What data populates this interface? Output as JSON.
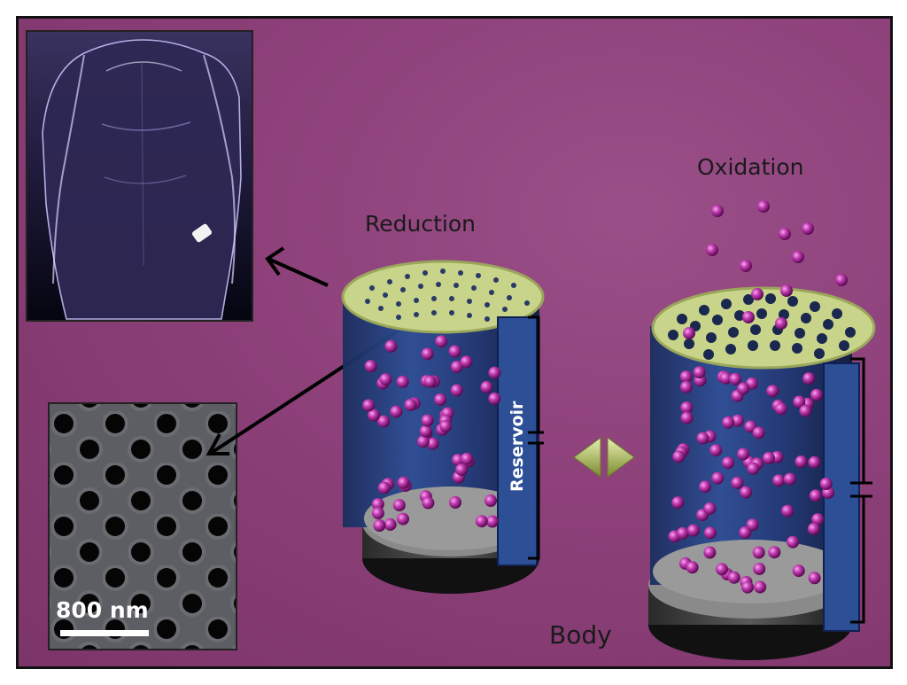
{
  "labels": {
    "reduction": "Reduction",
    "oxidation": "Oxidation",
    "reservoir": "Reservoir",
    "body": "Body",
    "scale_bar": "800 nm"
  },
  "colors": {
    "background": "#8e437c",
    "lid": "#c8d48a",
    "cylinder": "#2a4a8a",
    "particles": "#b02aa0",
    "frame": "#111111"
  },
  "icons": [
    "human-body-image",
    "sem-nanopore-image",
    "arrow-left-icon",
    "arrow-pointer-icon",
    "double-arrow-icon"
  ]
}
